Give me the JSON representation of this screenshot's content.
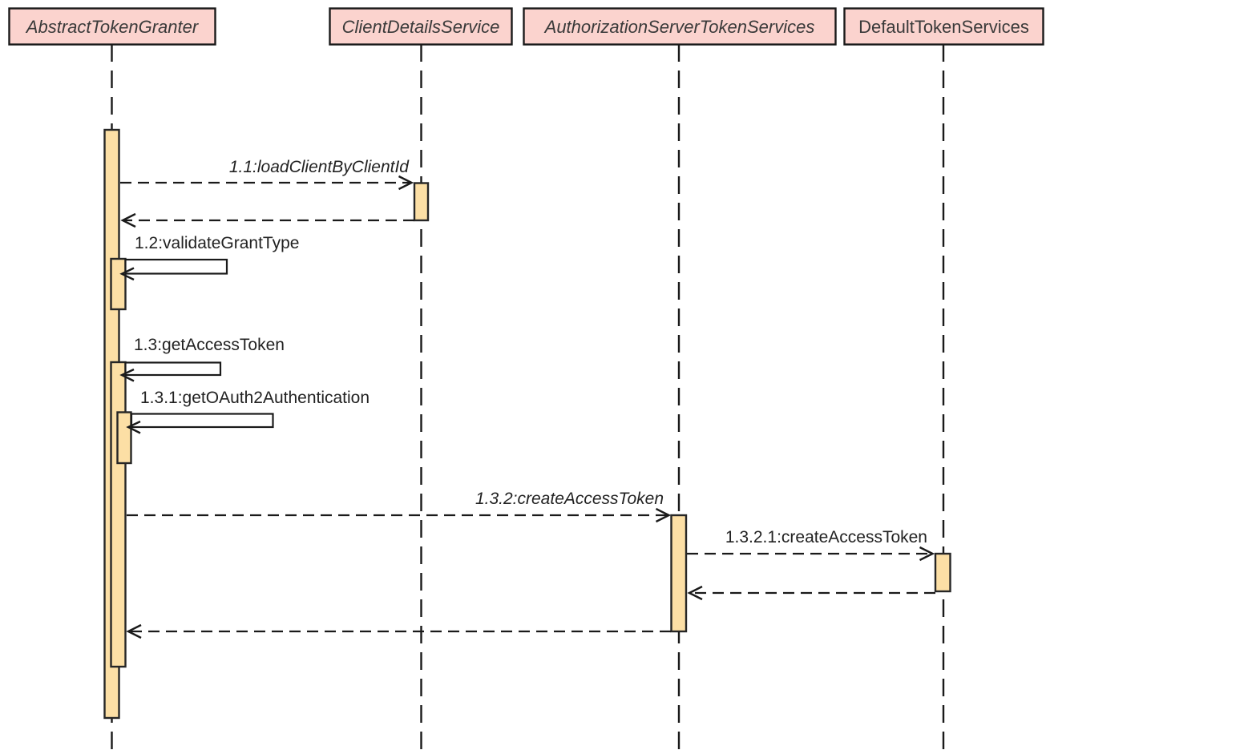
{
  "diagram": {
    "type": "uml-sequence-diagram",
    "colors": {
      "participant_fill": "#fbd3ce",
      "activation_fill": "#fcdfa5",
      "line": "#1a1a1a",
      "background": "#ffffff"
    },
    "participants": [
      {
        "name": "AbstractTokenGranter",
        "italic": true
      },
      {
        "name": "ClientDetailsService",
        "italic": true
      },
      {
        "name": "AuthorizationServerTokenServices",
        "italic": true
      },
      {
        "name": "DefaultTokenServices",
        "italic": false
      }
    ],
    "messages": [
      {
        "label": "1.1:loadClientByClientId",
        "from": "AbstractTokenGranter",
        "to": "ClientDetailsService",
        "kind": "call",
        "italic": true
      },
      {
        "label": "",
        "from": "ClientDetailsService",
        "to": "AbstractTokenGranter",
        "kind": "return"
      },
      {
        "label": "1.2:validateGrantType",
        "from": "AbstractTokenGranter",
        "to": "AbstractTokenGranter",
        "kind": "self",
        "italic": false
      },
      {
        "label": "1.3:getAccessToken",
        "from": "AbstractTokenGranter",
        "to": "AbstractTokenGranter",
        "kind": "self",
        "italic": false
      },
      {
        "label": "1.3.1:getOAuth2Authentication",
        "from": "AbstractTokenGranter",
        "to": "AbstractTokenGranter",
        "kind": "self",
        "italic": false
      },
      {
        "label": "1.3.2:createAccessToken",
        "from": "AbstractTokenGranter",
        "to": "AuthorizationServerTokenServices",
        "kind": "call",
        "italic": true
      },
      {
        "label": "1.3.2.1:createAccessToken",
        "from": "AuthorizationServerTokenServices",
        "to": "DefaultTokenServices",
        "kind": "call",
        "italic": false
      },
      {
        "label": "",
        "from": "DefaultTokenServices",
        "to": "AuthorizationServerTokenServices",
        "kind": "return"
      },
      {
        "label": "",
        "from": "AuthorizationServerTokenServices",
        "to": "AbstractTokenGranter",
        "kind": "return"
      }
    ]
  }
}
